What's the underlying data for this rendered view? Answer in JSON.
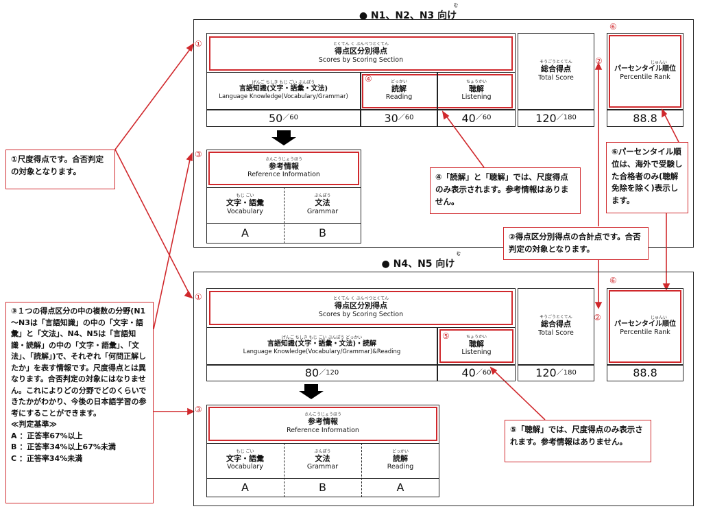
{
  "top": {
    "heading": "● N1、N2、N3 向け",
    "heading_ruby": "む",
    "sectional_ruby": "とくてん く ぶんべつとくてん",
    "sectional_jp": "得点区分別得点",
    "sectional_en": "Scores by Scoring Section",
    "lang_ruby": "げんご ちしき   もじ ごい  ぶんぽう",
    "lang_jp": "言語知識(文字・語彙・文法)",
    "lang_en": "Language Knowledge(Vocabulary/Grammar)",
    "reading_ruby": "どっかい",
    "reading_jp": "読解",
    "reading_en": "Reading",
    "listening_ruby": "ちょうかい",
    "listening_jp": "聴解",
    "listening_en": "Listening",
    "total_ruby": "そうごうとくてん",
    "total_jp": "総合得点",
    "total_en": "Total Score",
    "pct_ruby": "じゅんい",
    "pct_jp": "パーセンタイル順位",
    "pct_en": "Percentile Rank",
    "lang_score": "50",
    "lang_max": "／60",
    "reading_score": "30",
    "reading_max": "／60",
    "listening_score": "40",
    "listening_max": "／60",
    "total_score": "120",
    "total_max": "／180",
    "pct_value": "88.8",
    "ref_ruby": "さんこうじょうほう",
    "ref_jp": "参考情報",
    "ref_en": "Reference  Information",
    "vocab_ruby": "もじ  ごい",
    "vocab_jp": "文字・語彙",
    "vocab_en": "Vocabulary",
    "grammar_ruby": "ぶんぽう",
    "grammar_jp": "文法",
    "grammar_en": "Grammar",
    "vocab_grade": "A",
    "grammar_grade": "B"
  },
  "bottom": {
    "heading": "● N4、N5 向け",
    "heading_ruby": "む",
    "sectional_ruby": "とくてん く ぶんべつとくてん",
    "sectional_jp": "得点区分別得点",
    "sectional_en": "Scores by Scoring Section",
    "lang_ruby": "げんご ちしき   もじ ごい  ぶんぽう  どっかい",
    "lang_jp": "言語知識(文字・語彙・文法)・読解",
    "lang_en": "Language Knowledge(Vocabulary/Grammar)&Reading",
    "listening_ruby": "ちょうかい",
    "listening_jp": "聴解",
    "listening_en": "Listening",
    "total_ruby": "そうごうとくてん",
    "total_jp": "総合得点",
    "total_en": "Total Score",
    "pct_ruby": "じゅんい",
    "pct_jp": "パーセンタイル順位",
    "pct_en": "Percentile Rank",
    "lang_score": "80",
    "lang_max": "／120",
    "listening_score": "40",
    "listening_max": "／60",
    "total_score": "120",
    "total_max": "／180",
    "pct_value": "88.8",
    "ref_ruby": "さんこうじょうほう",
    "ref_jp": "参考情報",
    "ref_en": "Reference  Information",
    "vocab_ruby": "もじ  ごい",
    "vocab_jp": "文字・語彙",
    "vocab_en": "Vocabulary",
    "grammar_ruby": "ぶんぽう",
    "grammar_jp": "文法",
    "grammar_en": "Grammar",
    "reading_ruby": "どっかい",
    "reading_jp": "読解",
    "reading_en": "Reading",
    "vocab_grade": "A",
    "grammar_grade": "B",
    "reading_grade": "A"
  },
  "markers": {
    "m1": "①",
    "m2": "②",
    "m3": "③",
    "m4": "④",
    "m5": "⑤",
    "m6": "⑥"
  },
  "notes": {
    "n1": "①尺度得点です。合否判定の対象となります。",
    "n2": "②得点区分別得点の合計点です。合否判定の対象となります。",
    "n3": "③１つの得点区分の中の複数の分野(N1～N3は「言語知識」の中の「文字・語彙」と「文法」、N4、N5は「言語知識・読解」の中の「文字・語彙」、「文法」、「読解」)で、それぞれ「何問正解したか」を表す情報です。尺度得点とは異なります。合否判定の対象にはなりません。これによりどの分野でどのくらいできたかがわかり、今後の日本語学習の参考にすることができます。",
    "n3_criteria_title": "≪判定基準≫",
    "n3_criteria": [
      "A ：正答率67%以上",
      "B ：正答率34%以上67%未満",
      "C ：正答率34%未満"
    ],
    "n4": "④「読解」と「聴解」では、尺度得点のみ表示されます。参考情報はありません。",
    "n5": "⑤「聴解」では、尺度得点のみ表示されます。参考情報はありません。",
    "n6": "⑥パーセンタイル順位は、海外で受験した合格者のみ(聴解免除を除く)表示します。"
  },
  "colors": {
    "accent": "#d0282c",
    "line": "#222222"
  }
}
